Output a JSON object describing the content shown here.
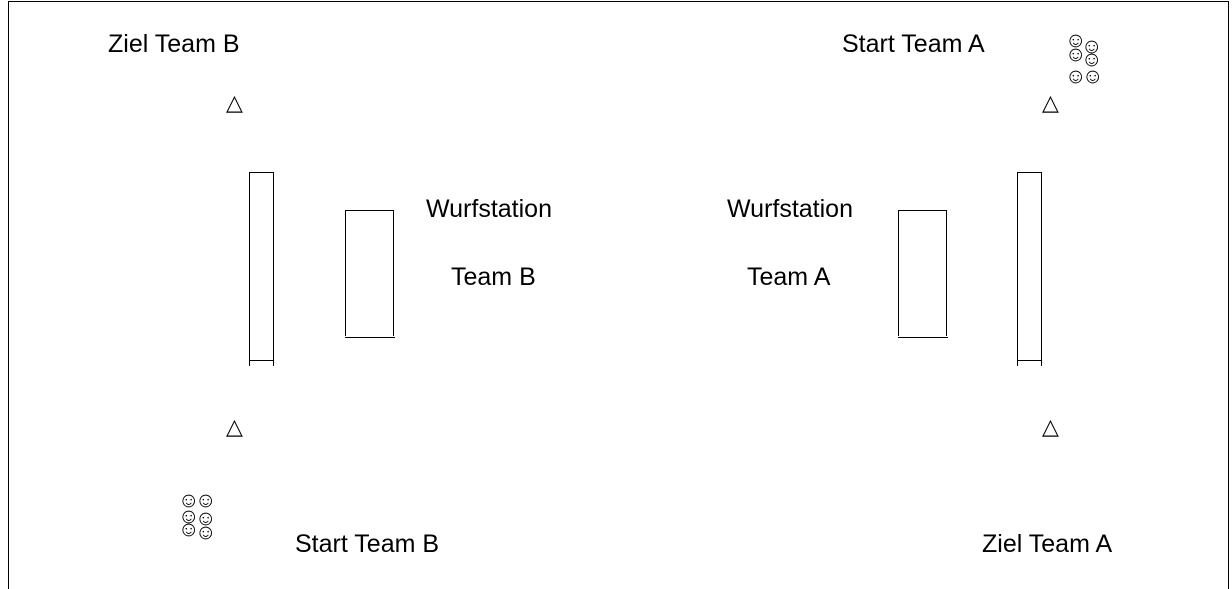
{
  "labels": {
    "ziel_b": "Ziel Team B",
    "start_a": "Start Team A",
    "wurf_b_1": "Wurfstation",
    "wurf_b_2": "Team B",
    "wurf_a_1": "Wurfstation",
    "wurf_a_2": "Team A",
    "start_b": "Start Team B",
    "ziel_a": "Ziel Team A"
  },
  "icons": {
    "cone": "△",
    "player": "☺"
  }
}
